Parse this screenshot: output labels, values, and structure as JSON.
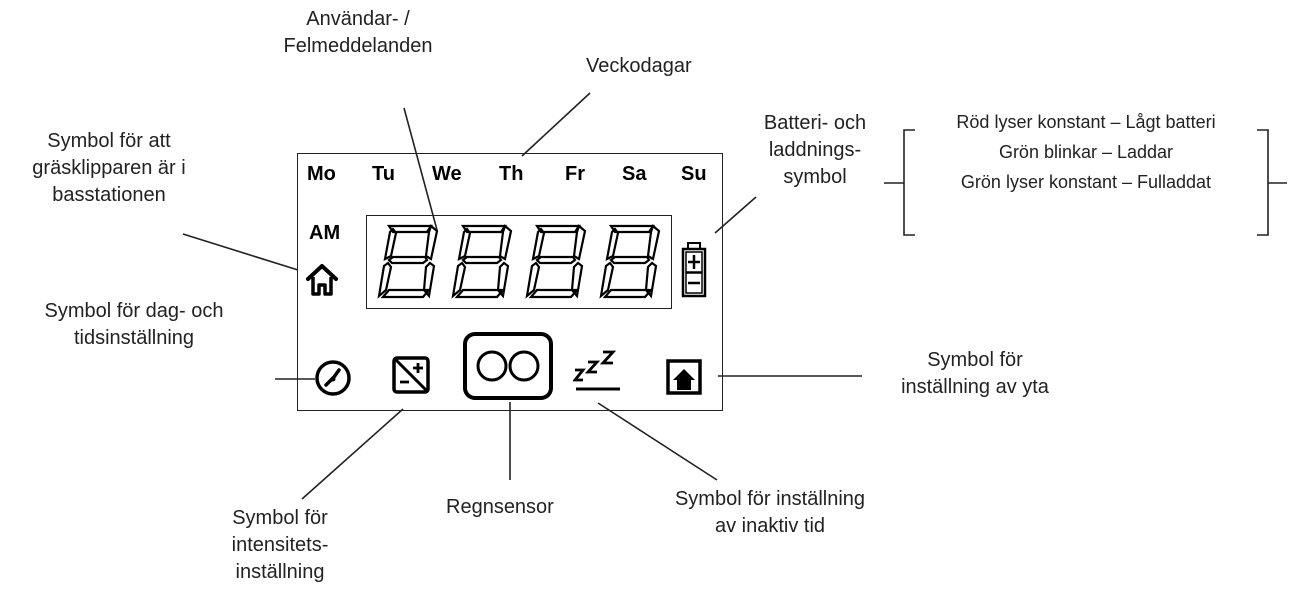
{
  "labels": {
    "user_messages": [
      "Användar-  /",
      "Felmeddelanden"
    ],
    "weekdays": "Veckodagar",
    "home": [
      "Symbol för att",
      "gräsklipparen är i",
      "basstationen"
    ],
    "battery": [
      "Batteri- och",
      "laddnings-",
      "symbol"
    ],
    "day_time": [
      "Symbol för dag- och",
      "tidsinställning"
    ],
    "area": [
      "Symbol för",
      "inställning av yta"
    ],
    "intensity": [
      "Symbol för",
      "intensitets-",
      "inställning"
    ],
    "rain": "Regnsensor",
    "inactive": [
      "Symbol för inställning",
      "av inaktiv tid"
    ]
  },
  "battery_legend": [
    "Röd lyser konstant – Lågt batteri",
    "Grön blinkar – Laddar",
    "Grön lyser konstant – Fulladdat"
  ],
  "display": {
    "days": [
      "Mo",
      "Tu",
      "We",
      "Th",
      "Fr",
      "Sa",
      "Su"
    ],
    "am": "AM",
    "digit_count": 4
  },
  "icons": {
    "home": "home-icon",
    "battery": "battery-icon",
    "day_time": "clock-dial-icon",
    "intensity": "intensity-plus-minus-icon",
    "rain": "rain-sensor-icon",
    "inactive": "zzz-sleep-icon",
    "area": "area-house-icon"
  }
}
